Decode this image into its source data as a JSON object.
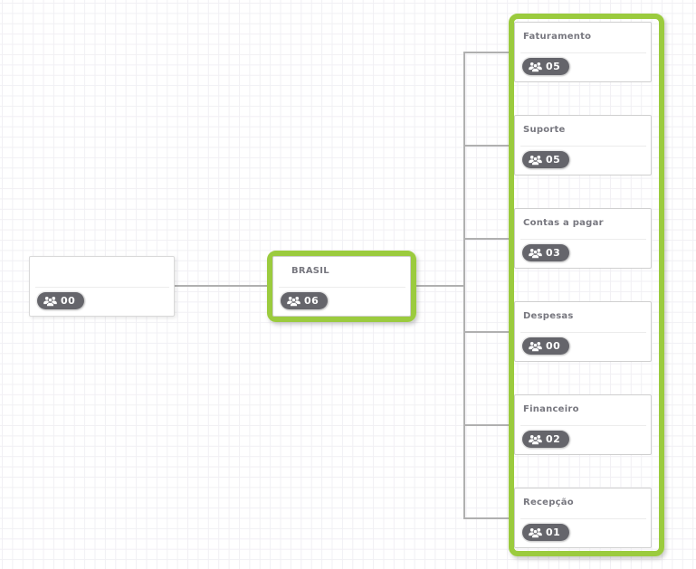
{
  "app": {
    "description": "organization chart"
  },
  "colors": {
    "accent_green": "#9BCB3E",
    "badge_background": "#65656B",
    "badge_text": "#FFFFFF",
    "connector_line": "#B0B0B0",
    "card_border": "#D9D9D9",
    "divider": "#ECECEC",
    "title_text": "#77777F",
    "grid_line": "#F1F0F4",
    "background": "#FFFFFF"
  },
  "icons": {
    "badge_icon": "users-group-icon"
  },
  "nodes": {
    "root": {
      "title": "",
      "member_count": "00"
    },
    "parent": {
      "title": "BRASIL",
      "member_count": "06"
    },
    "children": [
      {
        "title": "Faturamento",
        "member_count": "05"
      },
      {
        "title": "Suporte",
        "member_count": "05"
      },
      {
        "title": "Contas a pagar",
        "member_count": "03"
      },
      {
        "title": "Despesas",
        "member_count": "00"
      },
      {
        "title": "Financeiro",
        "member_count": "02"
      },
      {
        "title": "Recepção",
        "member_count": "01"
      }
    ]
  }
}
